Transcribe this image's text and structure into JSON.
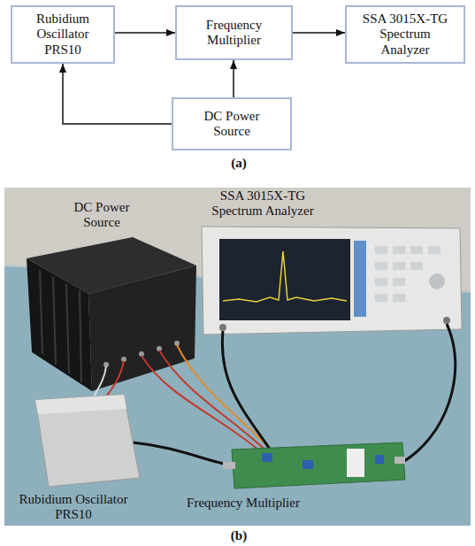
{
  "diagram": {
    "nodes": [
      {
        "text": [
          "Rubidium Oscillator PRS10"
        ]
      },
      {
        "text": [
          "Frequency Multiplier"
        ]
      },
      {
        "text": [
          "SSA 3015X-TG Spectrum Analyzer"
        ]
      },
      {
        "text": [
          "DC Power Source"
        ]
      }
    ],
    "edges": [
      {
        "from": 0,
        "to": 1,
        "arrow": "to"
      },
      {
        "from": 1,
        "to": 2,
        "arrow": "to"
      },
      {
        "from": 3,
        "to": 1,
        "arrow": "to"
      },
      {
        "from": 3,
        "to": 0,
        "arrow": "to"
      }
    ],
    "labels": [
      "(a)",
      "DC Power Source",
      "SSA 3015X-TG Spectrum Analyzer",
      "Rubidium Oscillator PRS10",
      "Frequency Multiplier",
      "(b)"
    ]
  }
}
